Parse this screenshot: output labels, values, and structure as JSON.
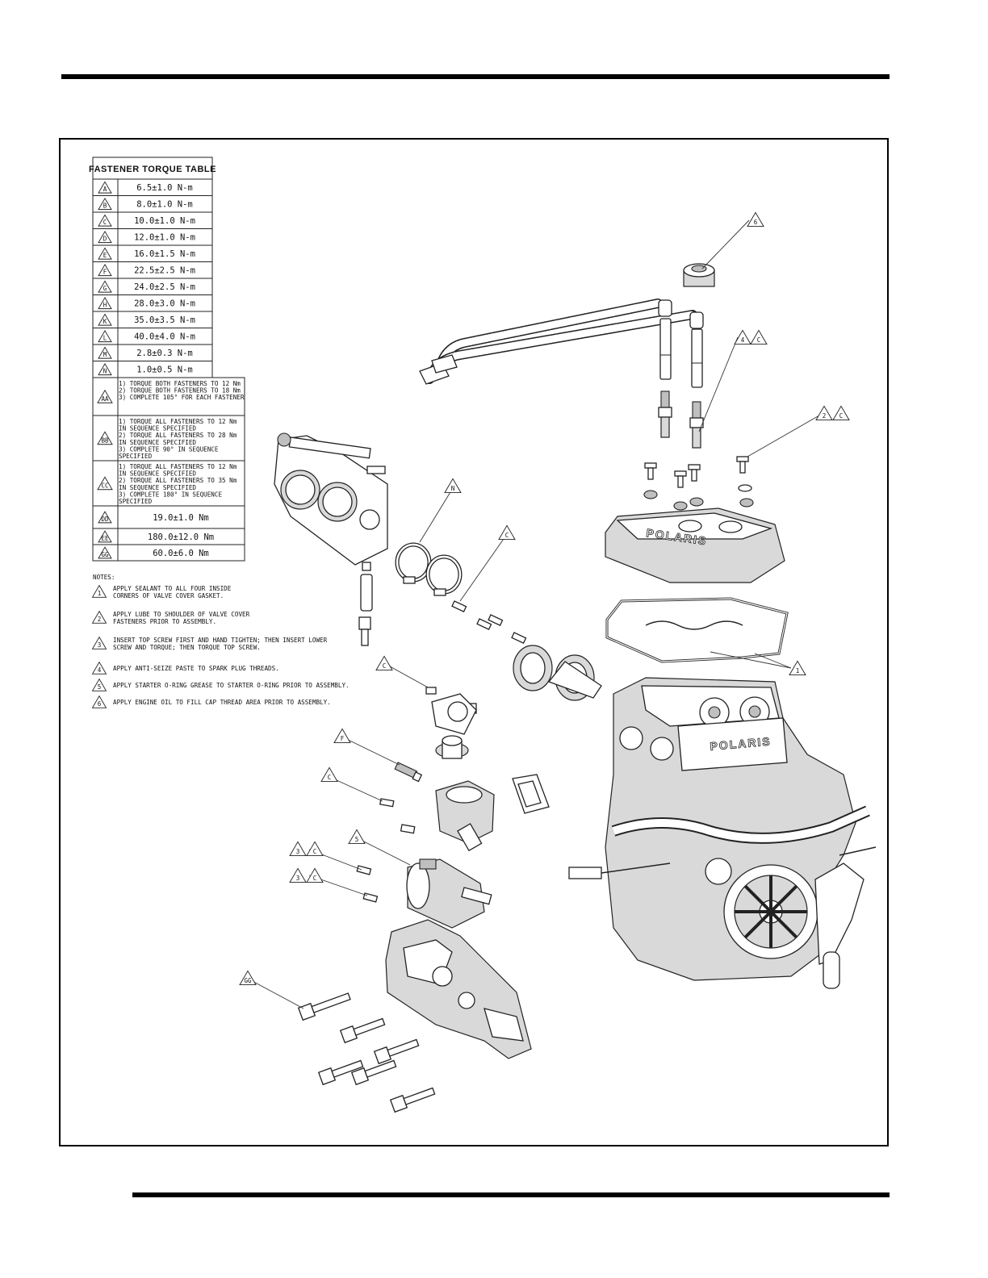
{
  "torque_table": {
    "title": "FASTENER TORQUE TABLE",
    "rows": [
      {
        "key": "A",
        "value": "6.5±1.0 N-m"
      },
      {
        "key": "B",
        "value": "8.0±1.0 N-m"
      },
      {
        "key": "C",
        "value": "10.0±1.0 N-m"
      },
      {
        "key": "D",
        "value": "12.0±1.0 N-m"
      },
      {
        "key": "E",
        "value": "16.0±1.5 N-m"
      },
      {
        "key": "F",
        "value": "22.5±2.5 N-m"
      },
      {
        "key": "G",
        "value": "24.0±2.5 N-m"
      },
      {
        "key": "H",
        "value": "28.0±3.0 N-m"
      },
      {
        "key": "K",
        "value": "35.0±3.5 N-m"
      },
      {
        "key": "L",
        "value": "40.0±4.0 N-m"
      },
      {
        "key": "M",
        "value": "2.8±0.3 N-m"
      },
      {
        "key": "N",
        "value": "1.0±0.5 N-m"
      }
    ],
    "sequences": [
      {
        "key": "AA",
        "lines": [
          "1) TORQUE BOTH FASTENERS TO 12 Nm",
          "2) TORQUE BOTH FASTENERS TO 18 Nm",
          "3) COMPLETE 105° FOR EACH FASTENER"
        ]
      },
      {
        "key": "BB",
        "lines": [
          "1) TORQUE ALL FASTENERS TO 12 Nm",
          "    IN SEQUENCE SPECIFIED",
          "2) TORQUE ALL FASTENERS TO 28 Nm",
          "    IN SEQUENCE SPECIFIED",
          "3) COMPLETE 90° IN SEQUENCE",
          "    SPECIFIED"
        ]
      },
      {
        "key": "CC",
        "lines": [
          "1) TORQUE ALL FASTENERS TO 12 Nm",
          "    IN SEQUENCE SPECIFIED",
          "2) TORQUE ALL FASTENERS TO 35 Nm",
          "    IN SEQUENCE SPECIFIED",
          "3) COMPLETE 180° IN SEQUENCE",
          "    SPECIFIED"
        ]
      }
    ],
    "extra": [
      {
        "key": "DD",
        "value": "19.0±1.0 Nm"
      },
      {
        "key": "EE",
        "value": "180.0±12.0 Nm"
      },
      {
        "key": "GG",
        "value": "60.0±6.0 Nm"
      }
    ]
  },
  "notes": {
    "title": "NOTES:",
    "items": [
      {
        "num": "1",
        "lines": [
          "APPLY SEALANT TO ALL FOUR INSIDE",
          "CORNERS OF VALVE COVER GASKET."
        ]
      },
      {
        "num": "2",
        "lines": [
          "APPLY LUBE TO SHOULDER OF VALVE COVER",
          "FASTENERS PRIOR TO ASSEMBLY."
        ]
      },
      {
        "num": "3",
        "lines": [
          "INSERT TOP SCREW FIRST AND HAND TIGHTEN; THEN INSERT LOWER",
          "SCREW AND TORQUE; THEN TORQUE TOP SCREW."
        ]
      },
      {
        "num": "4",
        "lines": [
          "APPLY ANTI-SEIZE PASTE TO SPARK PLUG THREADS."
        ]
      },
      {
        "num": "5",
        "lines": [
          "APPLY STARTER O-RING GREASE TO STARTER O-RING PRIOR TO ASSEMBLY."
        ]
      },
      {
        "num": "6",
        "lines": [
          "APPLY ENGINE OIL TO FILL CAP THREAD AREA PRIOR TO ASSEMBLY."
        ]
      }
    ]
  },
  "callouts": {
    "c6": "6",
    "c4": "4",
    "c4c": "C",
    "c2": "2",
    "c2c": "C",
    "cN": "N",
    "cC1": "C",
    "cC2": "C",
    "cF": "F",
    "cC3": "C",
    "c5": "5",
    "c3a": "3",
    "c3ac": "C",
    "c3b": "3",
    "c3bc": "C",
    "cGG": "GG",
    "c1": "1"
  },
  "brand_text": "POLARIS"
}
